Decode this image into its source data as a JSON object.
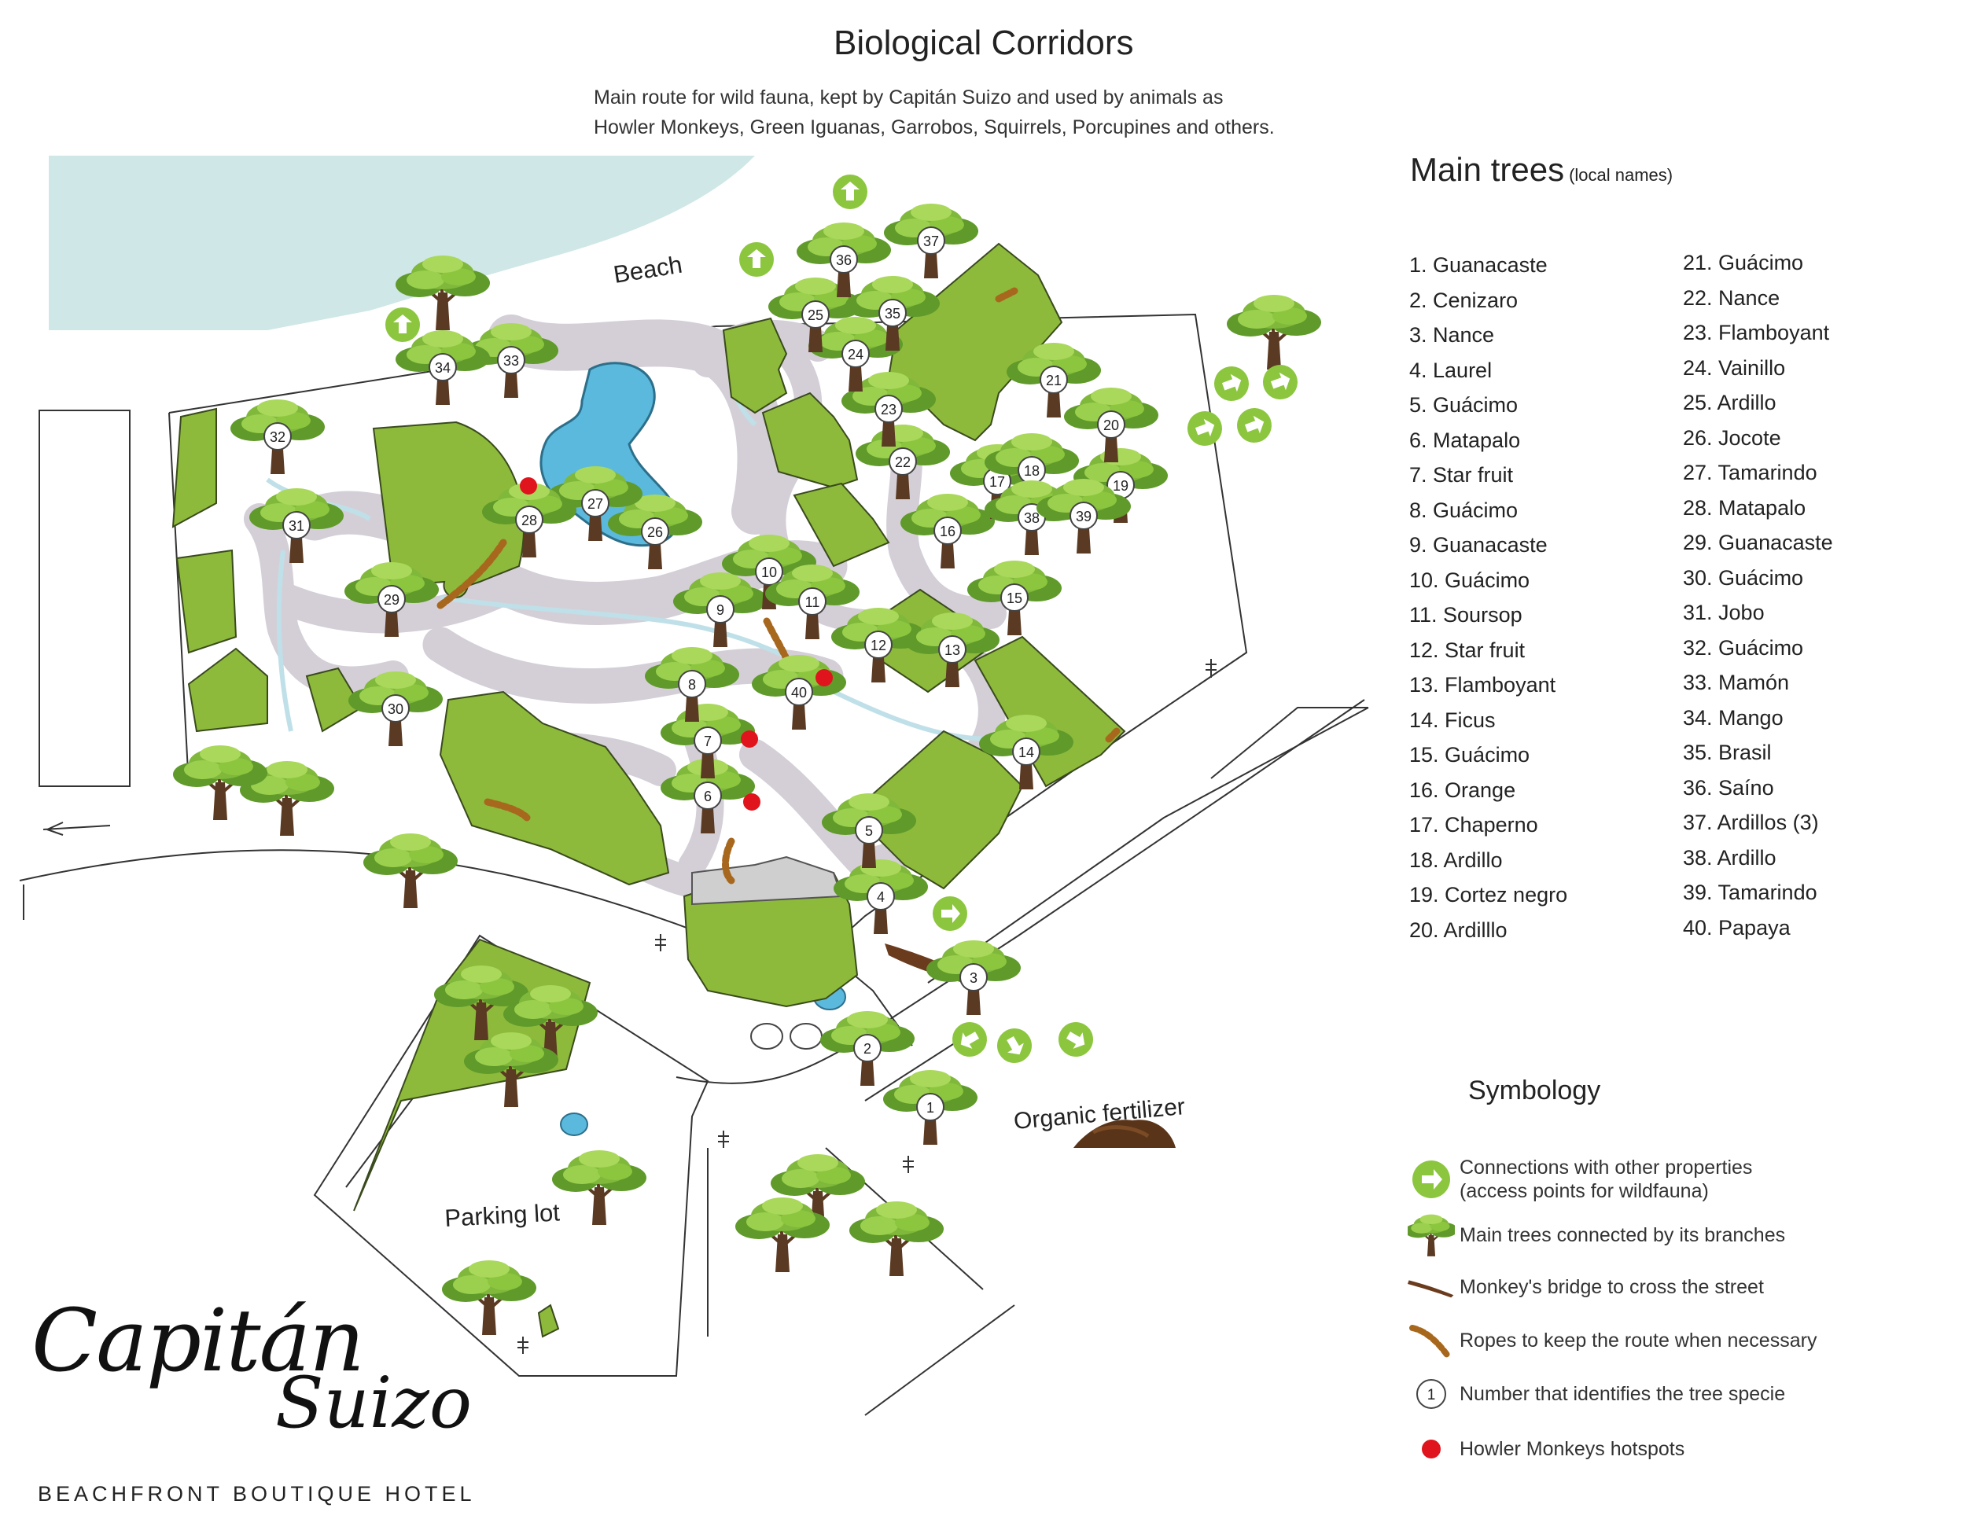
{
  "title": "Biological Corridors",
  "subtitle_lines": [
    "Main route for wild fauna, kept by Capitán Suizo and used by animals as",
    "Howler Monkeys, Green Iguanas, Garrobos, Squirrels, Porcupines and others."
  ],
  "map_labels": {
    "beach": "Beach",
    "parking": "Parking lot",
    "fertilizer": "Organic fertilizer"
  },
  "trees_heading": "Main trees",
  "trees_heading_note": "(local names)",
  "trees": [
    "1. Guanacaste",
    "2. Cenizaro",
    "3. Nance",
    "4. Laurel",
    "5. Guácimo",
    "6. Matapalo",
    "7. Star fruit",
    "8. Guácimo",
    "9. Guanacaste",
    "10. Guácimo",
    "11. Soursop",
    "12. Star fruit",
    "13. Flamboyant",
    "14. Ficus",
    "15. Guácimo",
    "16. Orange",
    "17. Chaperno",
    "18. Ardillo",
    "19. Cortez negro",
    "20. Ardilllo",
    "21. Guácimo",
    "22. Nance",
    "23. Flamboyant",
    "24. Vainillo",
    "25. Ardillo",
    "26. Jocote",
    "27. Tamarindo",
    "28. Matapalo",
    "29. Guanacaste",
    "30. Guácimo",
    "31. Jobo",
    "32. Guácimo",
    "33. Mamón",
    "34. Mango",
    "35. Brasil",
    "36. Saíno",
    "37. Ardillos (3)",
    "38. Ardillo",
    "39. Tamarindo",
    "40. Papaya"
  ],
  "tree_markers": [
    "1",
    "2",
    "3",
    "4",
    "5",
    "6",
    "7",
    "8",
    "9",
    "10",
    "11",
    "12",
    "13",
    "14",
    "15",
    "16",
    "17",
    "18",
    "19",
    "20",
    "21",
    "22",
    "23",
    "24",
    "25",
    "26",
    "27",
    "28",
    "29",
    "30",
    "31",
    "32",
    "33",
    "34",
    "35",
    "36",
    "37",
    "38",
    "39",
    "40"
  ],
  "symbology_heading": "Symbology",
  "symbology": [
    {
      "icon": "connection-arrow-icon",
      "lines": [
        "Connections with other properties",
        "(access points for wildfauna)"
      ]
    },
    {
      "icon": "tree-icon",
      "lines": [
        "Main trees connected by its branches"
      ]
    },
    {
      "icon": "monkey-bridge-icon",
      "lines": [
        "Monkey's bridge to cross the street"
      ]
    },
    {
      "icon": "rope-icon",
      "lines": [
        "Ropes to keep the route when necessary"
      ]
    },
    {
      "icon": "tree-number-icon",
      "number": "1",
      "lines": [
        "Number that identifies the tree specie"
      ]
    },
    {
      "icon": "hotspot-dot-icon",
      "lines": [
        "Howler Monkeys hotspots"
      ]
    }
  ],
  "logo": {
    "script_1": "Capitán",
    "script_2": "Suizo",
    "tagline": "BEACHFRONT BOUTIQUE HOTEL"
  },
  "colors": {
    "sea": "#cfe7e6",
    "pool": "#5ab9dd",
    "building": "#8dba3b",
    "path": "#d4cfd7",
    "tree_canopy": "#7fb83a",
    "tree_trunk": "#5a3a22",
    "rope": "#a7681e",
    "hotspot": "#e0141c",
    "connection": "#8cc63f"
  }
}
